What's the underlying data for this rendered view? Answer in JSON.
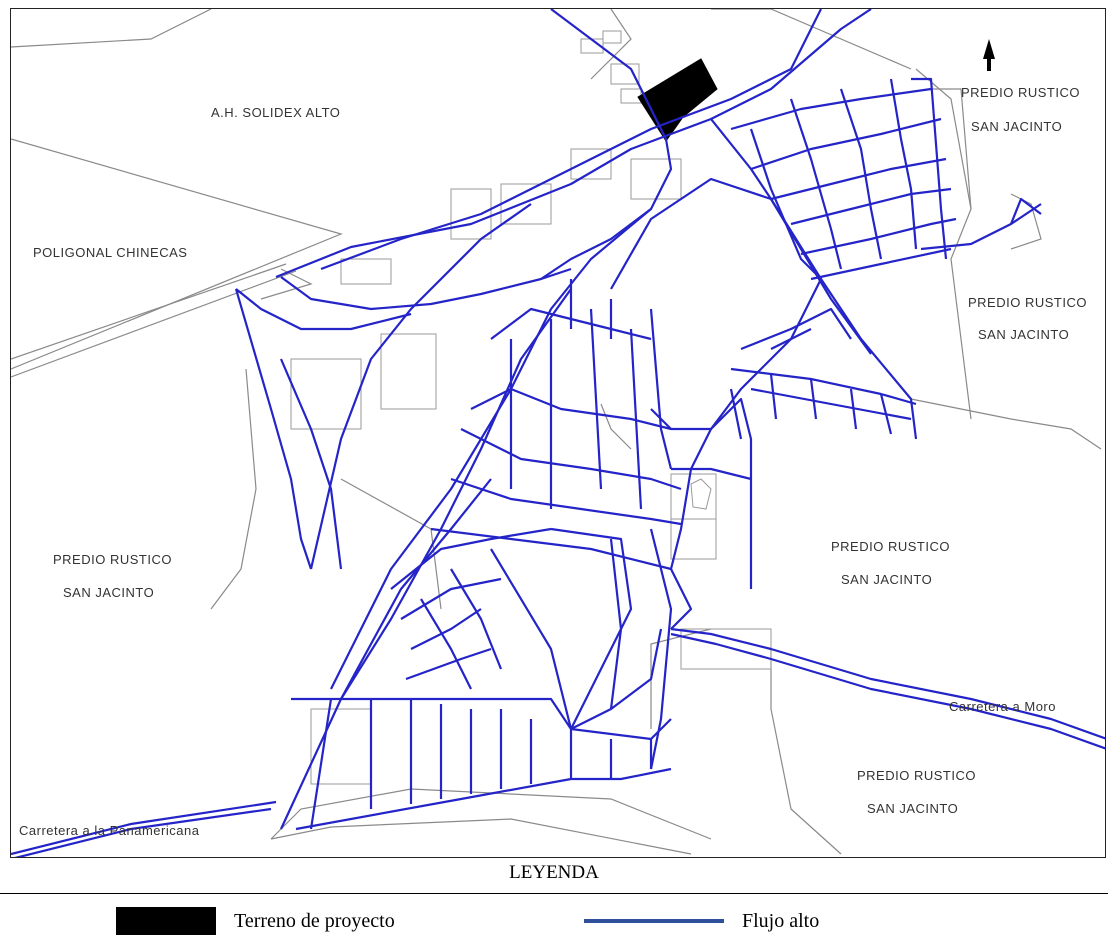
{
  "map": {
    "labels": {
      "solidex": "A.H. SOLIDEX ALTO",
      "chinecas": "POLIGONAL CHINECAS",
      "predio1_a": "PREDIO RUSTICO",
      "predio1_b": "SAN JACINTO",
      "predio2_a": "PREDIO RUSTICO",
      "predio2_b": "SAN JACINTO",
      "predio3_a": "PREDIO RUSTICO",
      "predio3_b": "SAN JACINTO",
      "predio4_a": "PREDIO RUSTICO",
      "predio4_b": "SAN JACINTO",
      "predio5_a": "PREDIO RUSTICO",
      "predio5_b": "SAN JACINTO",
      "carretera_moro": "Carretera a Moro",
      "carretera_pan": "Carretera a la Panamericana"
    },
    "colors": {
      "flow": "#2424c8",
      "base": "#888888",
      "project": "#000000"
    },
    "icons": {
      "north": "north-arrow-icon"
    }
  },
  "legend": {
    "title": "LEYENDA",
    "items": [
      {
        "label": "Terreno de proyecto",
        "swatch": "#000000"
      },
      {
        "label": "Flujo alto",
        "swatch": "#2f4f9a"
      }
    ]
  }
}
